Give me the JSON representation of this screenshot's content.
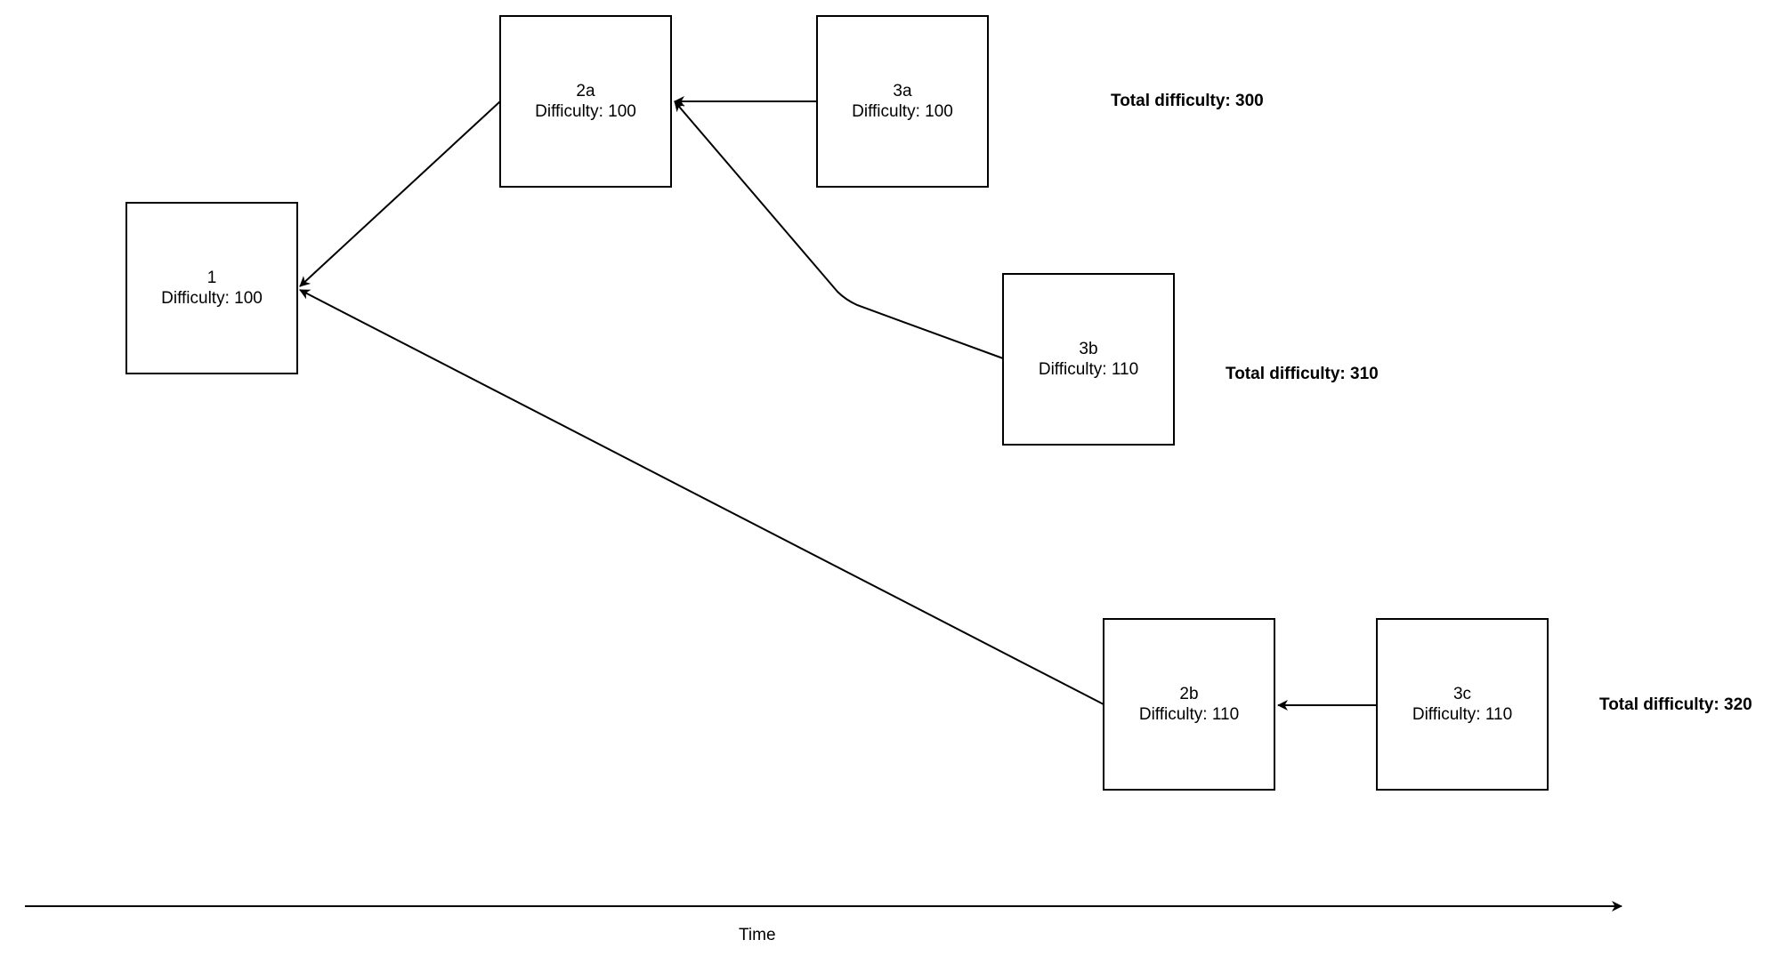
{
  "blocks": {
    "b1": {
      "id": "1",
      "difficulty": "Difficulty: 100"
    },
    "b2a": {
      "id": "2a",
      "difficulty": "Difficulty: 100"
    },
    "b3a": {
      "id": "3a",
      "difficulty": "Difficulty: 100"
    },
    "b3b": {
      "id": "3b",
      "difficulty": "Difficulty: 110"
    },
    "b2b": {
      "id": "2b",
      "difficulty": "Difficulty: 110"
    },
    "b3c": {
      "id": "3c",
      "difficulty": "Difficulty: 110"
    }
  },
  "totals": {
    "chain_a": "Total difficulty: 300",
    "chain_b": "Total difficulty: 310",
    "chain_c": "Total difficulty: 320"
  },
  "time_axis": {
    "label": "Time"
  },
  "links": [
    {
      "from": "2a",
      "to": "1"
    },
    {
      "from": "3a",
      "to": "2a"
    },
    {
      "from": "3b",
      "to": "2a"
    },
    {
      "from": "2b",
      "to": "1"
    },
    {
      "from": "3c",
      "to": "2b"
    }
  ],
  "colors": {
    "line": "#000000",
    "background": "#ffffff"
  }
}
